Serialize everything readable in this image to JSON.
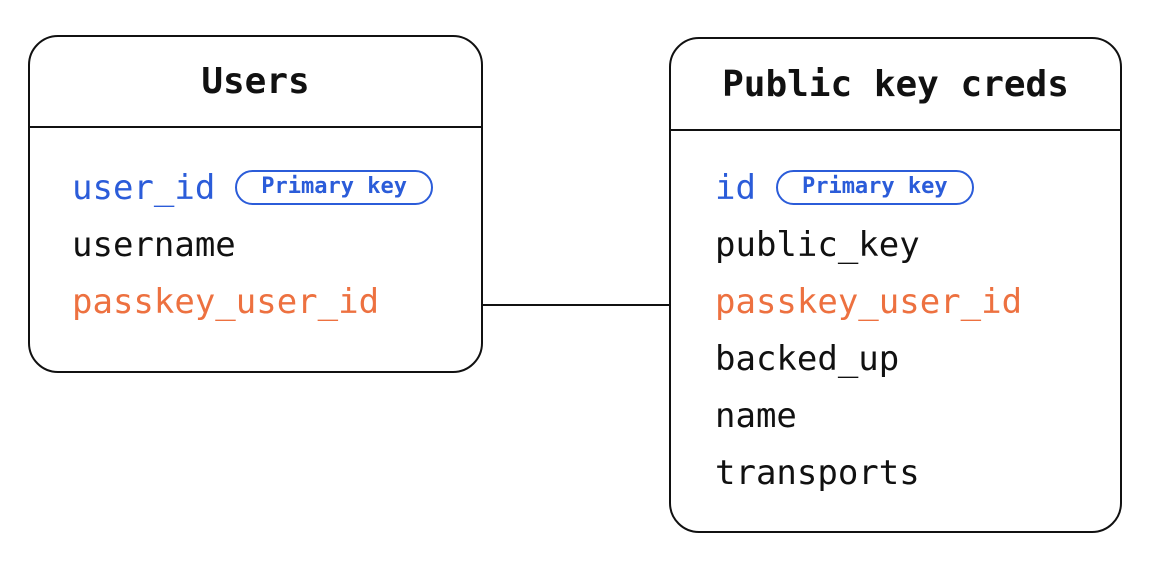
{
  "diagram": {
    "tables": [
      {
        "title": "Users",
        "fields": [
          {
            "name": "user_id",
            "role": "primary-key",
            "badge": "Primary key"
          },
          {
            "name": "username",
            "role": "regular"
          },
          {
            "name": "passkey_user_id",
            "role": "foreign-key"
          }
        ]
      },
      {
        "title": "Public key creds",
        "fields": [
          {
            "name": "id",
            "role": "primary-key",
            "badge": "Primary key"
          },
          {
            "name": "public_key",
            "role": "regular"
          },
          {
            "name": "passkey_user_id",
            "role": "foreign-key"
          },
          {
            "name": "backed_up",
            "role": "regular"
          },
          {
            "name": "name",
            "role": "regular"
          },
          {
            "name": "transports",
            "role": "regular"
          }
        ]
      }
    ],
    "relationship": {
      "from_table": "Users",
      "from_field": "passkey_user_id",
      "to_table": "Public key creds",
      "to_field": "passkey_user_id"
    },
    "colors": {
      "primary_key_blue": "#2B5CD9",
      "highlight_orange": "#ED7140",
      "line_black": "#111111",
      "background_white": "#FFFFFF"
    }
  }
}
